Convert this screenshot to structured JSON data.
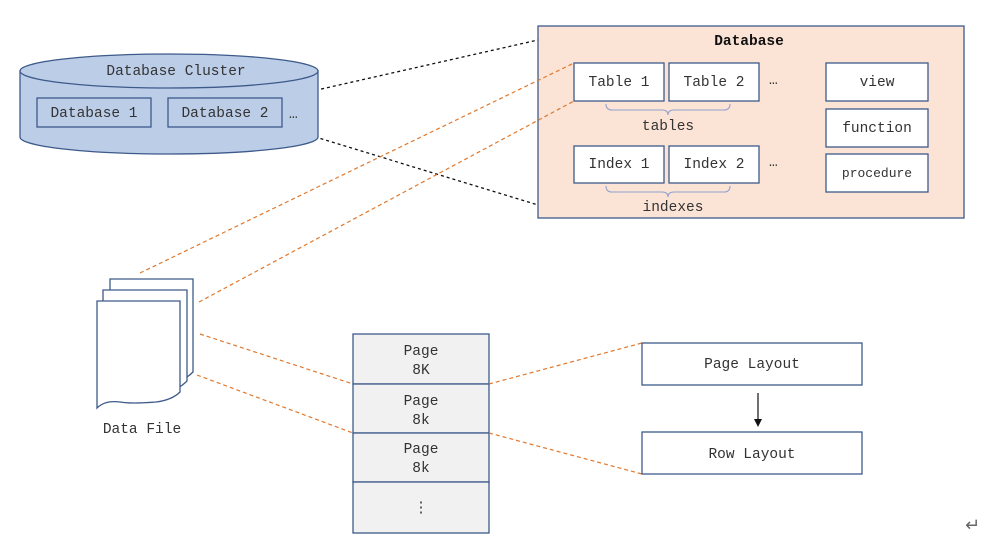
{
  "cluster": {
    "title": "Database Cluster",
    "databases": [
      "Database 1",
      "Database 2"
    ],
    "more": "…"
  },
  "database_panel": {
    "title": "Database",
    "tables": [
      "Table 1",
      "Table 2"
    ],
    "tables_more": "…",
    "tables_caption": "tables",
    "indexes": [
      "Index 1",
      "Index 2"
    ],
    "indexes_more": "…",
    "indexes_caption": "indexes",
    "objects": [
      "view",
      "function",
      "procedure"
    ]
  },
  "data_file": {
    "label": "Data File"
  },
  "pages": {
    "items": [
      {
        "line1": "Page",
        "line2": "8K"
      },
      {
        "line1": "Page",
        "line2": "8k"
      },
      {
        "line1": "Page",
        "line2": "8k"
      }
    ],
    "more": "⋮"
  },
  "layouts": {
    "page_layout": "Page Layout",
    "row_layout": "Row Layout"
  },
  "return_glyph": "↵",
  "colors": {
    "cylinder_fill": "#bccde8",
    "panel_fill": "#fbe3d5",
    "box_stroke": "#3d5a8a",
    "orange_connector": "#e0782c",
    "page_fill": "#f1f1f1"
  }
}
